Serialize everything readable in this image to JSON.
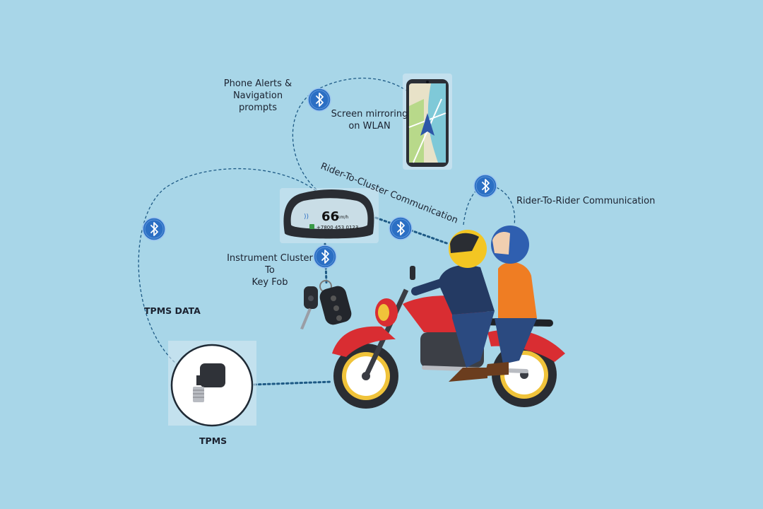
{
  "colors": {
    "background": "#a8d6e8",
    "connector": "#1e5a85",
    "bluetooth_badge": "#2b6fc4"
  },
  "labels": {
    "phone_alerts": "Phone Alerts & Navigation\nprompts",
    "screen_mirroring": "Screen mirroring\non WLAN",
    "rider_to_cluster": "Rider-To-Cluster Communication",
    "rider_to_rider": "Rider-To-Rider Communication",
    "cluster_to_keyfob": "Instrument Cluster\nTo\nKey Fob",
    "tpms_data": "TPMS DATA",
    "tpms": "TPMS"
  },
  "cluster_display": {
    "speed": "66",
    "unit": "km/h",
    "phone_number": "+7800 453 0123"
  },
  "icons": [
    "bluetooth-icon",
    "smartphone-icon",
    "instrument-cluster-icon",
    "key-fob-icon",
    "tpms-sensor-icon",
    "motorcycle-icon",
    "rider-icon",
    "passenger-icon"
  ]
}
